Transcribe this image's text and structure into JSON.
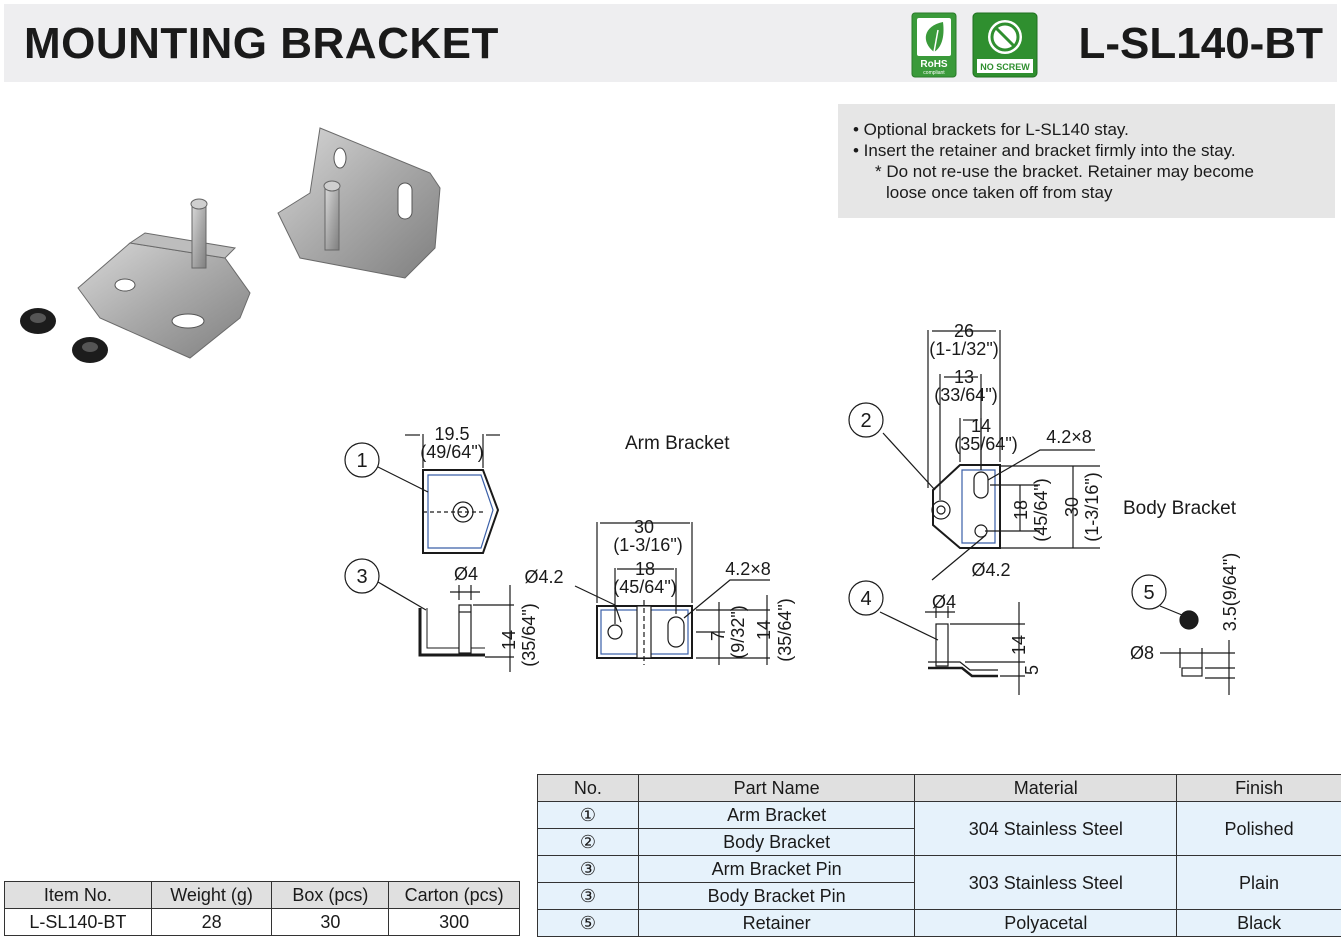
{
  "header": {
    "title": "MOUNTING BRACKET",
    "code": "L-SL140-BT",
    "rohs_badge": {
      "line1": "RoHS",
      "line2": "compliant",
      "color": "#3a9a3a"
    },
    "noscrew_badge": {
      "label": "NO SCREW",
      "color": "#2f8f2f"
    }
  },
  "notes": [
    "• Optional brackets for L-SL140 stay.",
    "• Insert the retainer and bracket firmly into the stay.",
    "* Do not re-use the bracket. Retainer may become",
    "loose once taken off from stay"
  ],
  "drawings": {
    "arm_bracket_label": "Arm Bracket",
    "body_bracket_label": "Body Bracket",
    "callouts": [
      "1",
      "2",
      "3",
      "4",
      "5"
    ],
    "dims": {
      "d19_5": "19.5",
      "d19_5_in": "(49/64\")",
      "d30": "30",
      "d30_in": "(1-3/16\")",
      "d18": "18",
      "d18_in": "(45/64\")",
      "d4_2x8": "4.2×8",
      "d_phi4_2": "Ø4.2",
      "d_phi4": "Ø4",
      "d14": "14",
      "d14_in": "(35/64\")",
      "d7": "7",
      "d7_in": "(9/32\")",
      "d26": "26",
      "d26_in": "(1-1/32\")",
      "d13": "13",
      "d13_in": "(33/64\")",
      "d14b": "14",
      "d14b_in": "(35/64\")",
      "d5": "5",
      "d_phi8": "Ø8",
      "d3_5": "3.5(9/64\")"
    }
  },
  "parts_table": {
    "headers": [
      "No.",
      "Part Name",
      "Material",
      "Finish"
    ],
    "rows": [
      {
        "no": "①",
        "name": "Arm Bracket"
      },
      {
        "no": "②",
        "name": "Body Bracket"
      },
      {
        "no": "③",
        "name": "Arm Bracket Pin"
      },
      {
        "no": "③",
        "name": "Body Bracket Pin"
      },
      {
        "no": "⑤",
        "name": "Retainer"
      }
    ],
    "materials": [
      "304 Stainless Steel",
      "303 Stainless Steel",
      "Polyacetal"
    ],
    "finishes": [
      "Polished",
      "Plain",
      "Black"
    ]
  },
  "items_table": {
    "headers": [
      "Item No.",
      "Weight (g)",
      "Box (pcs)",
      "Carton (pcs)"
    ],
    "row": [
      "L-SL140-BT",
      "28",
      "30",
      "300"
    ]
  }
}
